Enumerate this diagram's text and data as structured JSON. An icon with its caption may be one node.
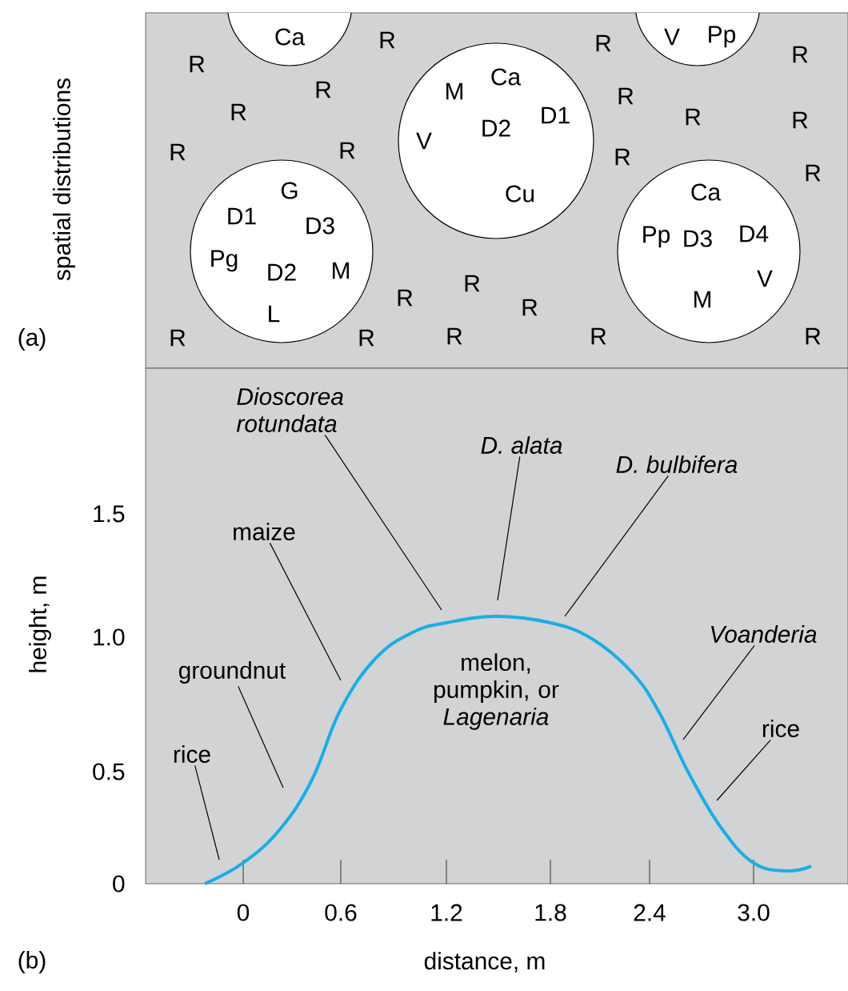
{
  "diagram": {
    "nodes": [
      {
        "text": [
          "Ca"
        ]
      },
      {
        "text": [
          "V",
          "Pp"
        ]
      },
      {
        "text": [
          "Ca",
          "M",
          "D1",
          "D2",
          "V",
          "Cu"
        ]
      },
      {
        "text": [
          "G",
          "D1",
          "D3",
          "Pg",
          "D2",
          "M",
          "L"
        ]
      },
      {
        "text": [
          "Ca",
          "Pp",
          "D3",
          "D4",
          "V",
          "M"
        ]
      },
      {
        "text": [
          "Dioscorea rotundata"
        ]
      },
      {
        "text": [
          "D. alata"
        ]
      },
      {
        "text": [
          "D. bulbifera"
        ]
      },
      {
        "text": [
          "maize"
        ]
      },
      {
        "text": [
          "Voanderia"
        ]
      },
      {
        "text": [
          "groundnut"
        ]
      },
      {
        "text": [
          "rice"
        ]
      },
      {
        "text": [
          "rice"
        ]
      }
    ],
    "edges": [
      {
        "from": 5,
        "to": null,
        "arrow": "none"
      },
      {
        "from": 6,
        "to": null,
        "arrow": "none"
      },
      {
        "from": 7,
        "to": null,
        "arrow": "none"
      },
      {
        "from": 8,
        "to": null,
        "arrow": "none"
      },
      {
        "from": 9,
        "to": null,
        "arrow": "none"
      },
      {
        "from": 10,
        "to": null,
        "arrow": "none"
      },
      {
        "from": 11,
        "to": null,
        "arrow": "none"
      },
      {
        "from": 12,
        "to": null,
        "arrow": "none"
      }
    ],
    "labels": [
      "spatial distributions",
      "R",
      "R",
      "R",
      "R",
      "R",
      "R",
      "R",
      "R",
      "R",
      "R",
      "R",
      "R",
      "R",
      "R",
      "R",
      "R",
      "(a)",
      "R",
      "R",
      "R",
      "R",
      "R",
      "height, m",
      "1.5",
      "1.0",
      "0.5",
      "0",
      "melon, pumpkin, or *Lagenaria*",
      "0",
      "0.6",
      "1.2",
      "1.8",
      "2.4",
      "3.0",
      "(b)",
      "distance, m"
    ]
  }
}
